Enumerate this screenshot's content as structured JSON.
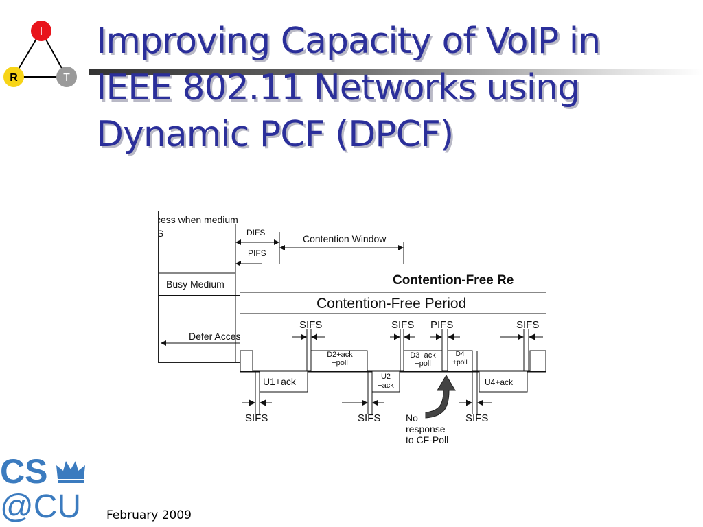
{
  "slide": {
    "title_lines": [
      "Improving Capacity of VoIP in",
      "IEEE 802.11 Networks using",
      "Dynamic PCF (DPCF)"
    ],
    "footer_date": "February 2009"
  },
  "logo_top": {
    "node_top": "I",
    "node_left": "R",
    "node_right": "T",
    "colors": {
      "top": "#e8141b",
      "left": "#f7d417",
      "right": "#9a9a9a"
    }
  },
  "logo_bottom": {
    "line1": "CS",
    "line2": "@CU",
    "color": "#3b7bbf"
  },
  "figure_back": {
    "access_label": "cess when medium",
    "s_label": "S",
    "difs": "DIFS",
    "pifs": "PIFS",
    "contention_window": "Contention Window",
    "busy_medium": "Busy Medium",
    "defer_access": "Defer Acces"
  },
  "figure_front": {
    "cf_repetition": "Contention-Free Re",
    "cf_period": "Contention-Free Period",
    "top_labels": [
      "SIFS",
      "SIFS",
      "PIFS",
      "SIFS"
    ],
    "bottom_labels": [
      "SIFS",
      "SIFS",
      "SIFS"
    ],
    "frames": {
      "d2": [
        "D2+ack",
        "+poll"
      ],
      "d3": [
        "D3+ack",
        "+poll"
      ],
      "d4": [
        "D4",
        "+poll"
      ],
      "u1": "U1+ack",
      "u2": [
        "U2",
        "+ack"
      ],
      "u4": "U4+ack"
    },
    "note": [
      "No",
      "response",
      "to CF-Poll"
    ]
  }
}
